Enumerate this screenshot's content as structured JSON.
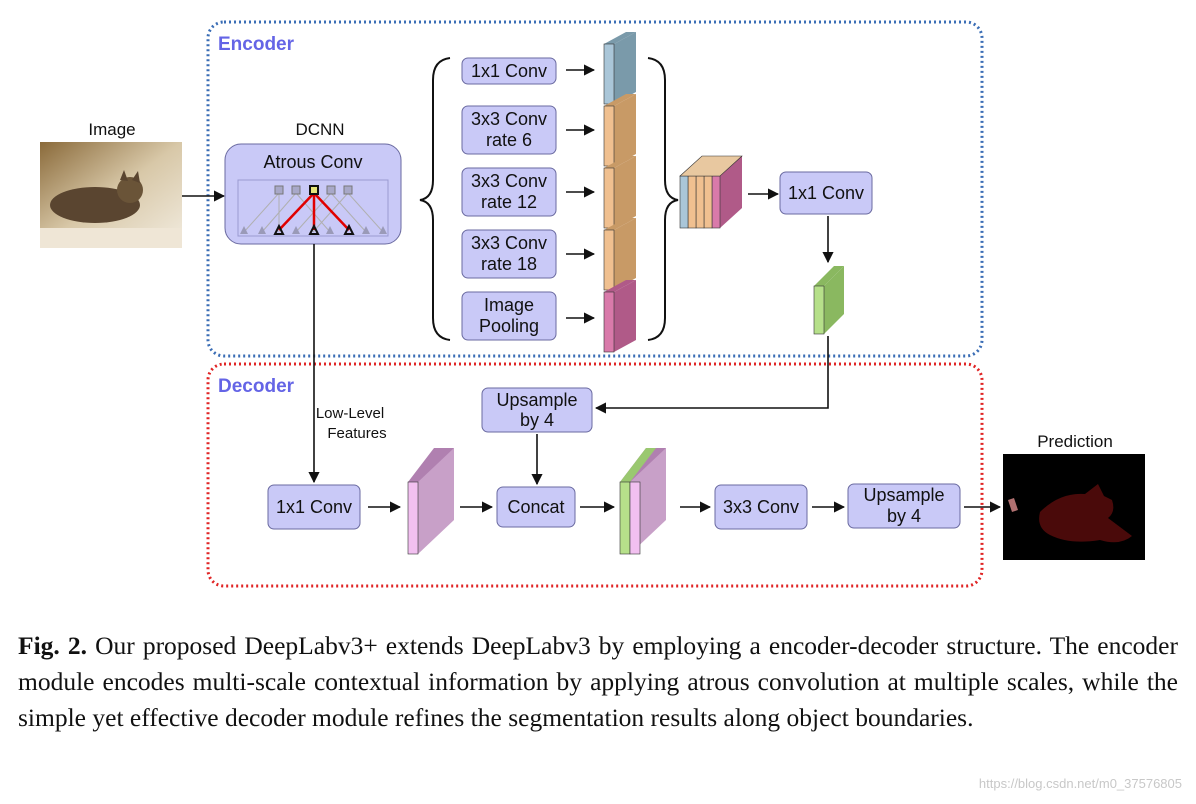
{
  "figure": {
    "encoder_label": "Encoder",
    "decoder_label": "Decoder",
    "input_label": "Image",
    "dcnn_label": "DCNN",
    "atrous_label": "Atrous Conv",
    "aspp": {
      "conv1": "1x1 Conv",
      "conv_r6": [
        "3x3 Conv",
        "rate 6"
      ],
      "conv_r12": [
        "3x3 Conv",
        "rate 12"
      ],
      "conv_r18": [
        "3x3 Conv",
        "rate 18"
      ],
      "pooling": [
        "Image",
        "Pooling"
      ]
    },
    "encoder_out_conv": "1x1 Conv",
    "upsample_top": [
      "Upsample",
      "by 4"
    ],
    "low_level": [
      "Low-Level",
      "Features"
    ],
    "decoder_conv1": "1x1 Conv",
    "concat": "Concat",
    "decoder_conv3": "3x3 Conv",
    "upsample_final": [
      "Upsample",
      "by 4"
    ],
    "prediction_label": "Prediction",
    "colors": {
      "encoder_border": "#3a6db5",
      "decoder_border": "#e02424",
      "title_color": "#6464e6",
      "box_fill": "#c9c9f7",
      "feat_blue": "#aac6d8",
      "feat_orange": "#f0c090",
      "feat_pink": "#d97aaa",
      "feat_green": "#b6e08a",
      "feat_lowlevel": "#d2a0d2",
      "mask_object": "#4a0a0a",
      "mask_background": "#000000"
    }
  },
  "caption": {
    "label": "Fig. 2.",
    "text": " Our proposed DeepLabv3+ extends DeepLabv3 by employing a encoder-decoder structure. The encoder module encodes multi-scale contextual information by applying atrous convolution at multiple scales, while the simple yet effective decoder module refines the segmentation results along object boundaries."
  },
  "watermark": "https://blog.csdn.net/m0_37576805"
}
